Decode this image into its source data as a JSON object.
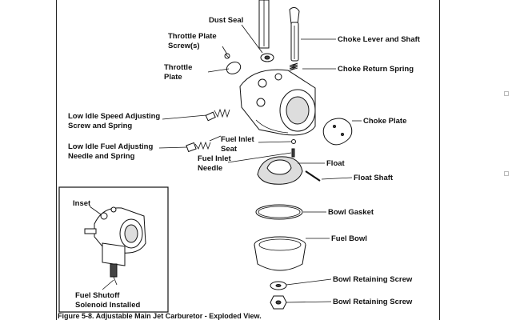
{
  "labels": {
    "dust_seal": "Dust Seal",
    "throttle_plate_screws_1": "Throttle Plate",
    "throttle_plate_screws_2": "Screw(s)",
    "throttle_plate_1": "Throttle",
    "throttle_plate_2": "Plate",
    "choke_lever_and_shaft": "Choke Lever and Shaft",
    "choke_return_spring": "Choke Return Spring",
    "low_idle_speed_1": "Low Idle Speed Adjusting",
    "low_idle_speed_2": "Screw and Spring",
    "choke_plate": "Choke Plate",
    "low_idle_fuel_1": "Low Idle Fuel Adjusting",
    "low_idle_fuel_2": "Needle and Spring",
    "fuel_inlet_seat_1": "Fuel Inlet",
    "fuel_inlet_seat_2": "Seat",
    "fuel_inlet_needle_1": "Fuel Inlet",
    "fuel_inlet_needle_2": "Needle",
    "float": "Float",
    "float_shaft": "Float Shaft",
    "inset": "Inset",
    "bowl_gasket": "Bowl Gasket",
    "fuel_bowl": "Fuel Bowl",
    "fuel_shutoff_1": "Fuel Shutoff",
    "fuel_shutoff_2": "Solenoid Installed",
    "bowl_retaining_screw_1": "Bowl Retaining Screw",
    "bowl_retaining_screw_2": "Bowl Retaining Screw"
  },
  "caption": "Figure 5-8. Adjustable Main Jet Carburetor - Exploded View."
}
